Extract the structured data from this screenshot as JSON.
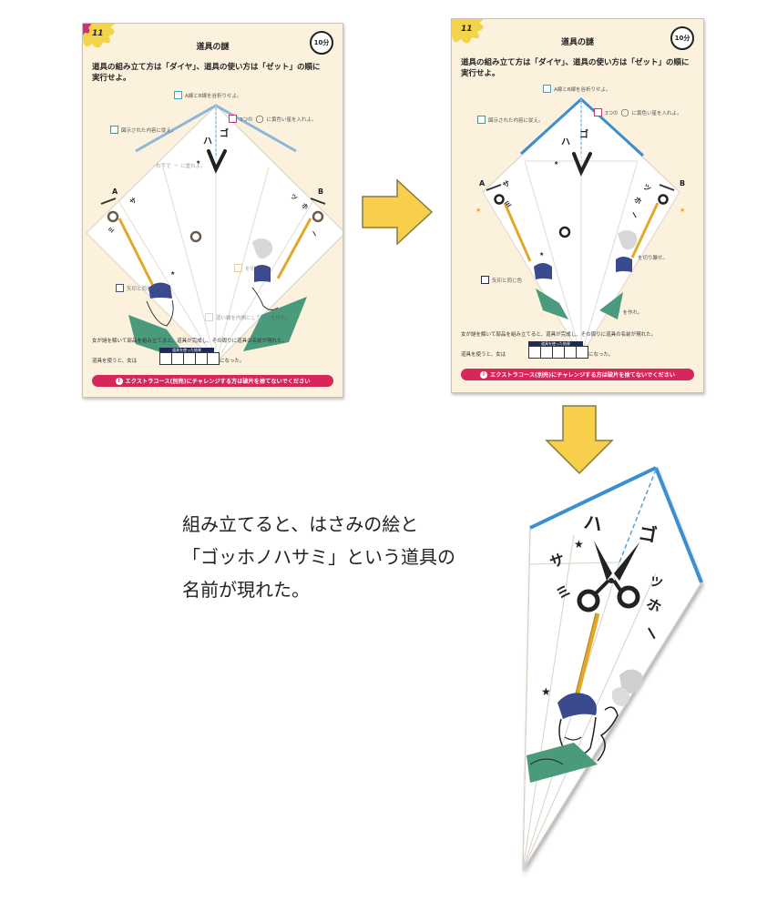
{
  "sheet": {
    "page_number": "11",
    "title": "道具の謎",
    "time_badge": "10分",
    "instruction_line1": "道具の組み立て方は「ダイヤ」、道具の使い方は「ゼット」の順に",
    "instruction_line2": "実行せよ。",
    "check_fold_ab": "A線とB線を谷折りせよ。",
    "check_follow": "図示された内容に従え。",
    "check_three": "3つの",
    "check_three_tail": "に黄色い星を入れよ。",
    "check_hand": "右手で",
    "check_hand_tail": "に重ねよ。",
    "check_cut": "を切り離せ。",
    "check_same": "矢印と同じ色",
    "check_arrow": "道い線を内側にして",
    "check_arrow_tail": "を作れ。",
    "label_a": "A",
    "label_b": "B",
    "kana_ha": "ハ",
    "kana_go": "ゴ",
    "kana_sa": "サ",
    "kana_mi": "ミ",
    "kana_tsu": "ツ",
    "kana_ho": "ホ",
    "kana_bar": "ー",
    "footer_line1": "女が謎を解いて部品を組み立てると、道具が完成し、その周りに道具の名前が現れた。",
    "footer_line2a": "道具を使うと、女は",
    "footer_line2b": "になった。",
    "answer_label": "道具を使った結果",
    "red_bar": "エクストラコース(別売)にチャレンジする方は破片を捨てないでください"
  },
  "caption": {
    "line1": "組み立てると、はさみの絵と",
    "line2": "「ゴッホノハサミ」という道具の",
    "line3": "名前が現れた。"
  },
  "colors": {
    "paper": "#fbf1dd",
    "arrow_yellow": "#f7cf4a",
    "blue_edge": "#3a8fd0",
    "gold_handle": "#e1a92b",
    "teal": "#4a9a7c",
    "navy": "#3b4a8e",
    "red_bar": "#d6265a"
  }
}
